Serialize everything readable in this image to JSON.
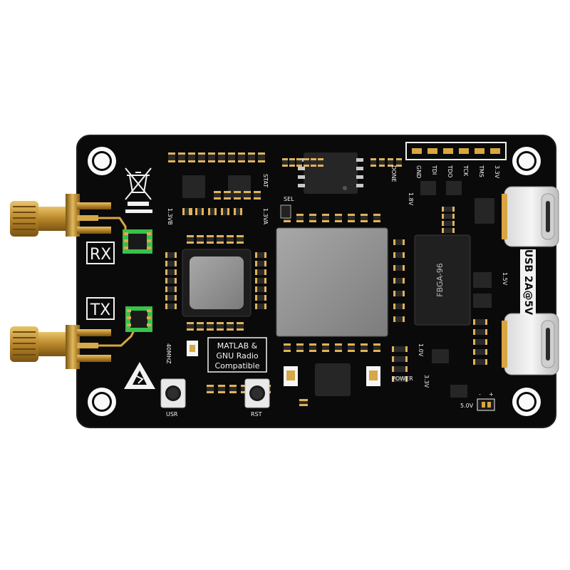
{
  "board": {
    "colors": {
      "pcb": "#0b0b0b",
      "silkscreen": "#f2f2f2",
      "gold": "#c8962e",
      "chip": "#2a2a2a",
      "shield": "#8f8f8f",
      "led_green": "#3ccf4e"
    }
  },
  "labels": {
    "rx": "RX",
    "tx": "TX",
    "stat": "STAT",
    "sel": "SEL",
    "done": "DONE",
    "v13vb": "1.3VB",
    "v13va": "1.3VA",
    "v18": "1.8V",
    "v15": "1.5V",
    "v10": "1.0V",
    "v33a": "3.3V",
    "v33b": "3.3V",
    "v50": "5.0V",
    "power": "POWER",
    "clock": "40MHZ",
    "usr": "USR",
    "rst": "RST",
    "fbga": "FBGA-96",
    "usb": "USB 2A@5V",
    "jtag": [
      "GND",
      "TDI",
      "TDO",
      "TCK",
      "TMS",
      "3.3V"
    ],
    "badge": [
      "MATLAB &",
      "GNU Radio",
      "Compatible"
    ],
    "polarity_minus": "-",
    "polarity_plus": "+"
  },
  "icons": {
    "weee": "crossed-bin-icon",
    "esd": "esd-warning-icon"
  }
}
